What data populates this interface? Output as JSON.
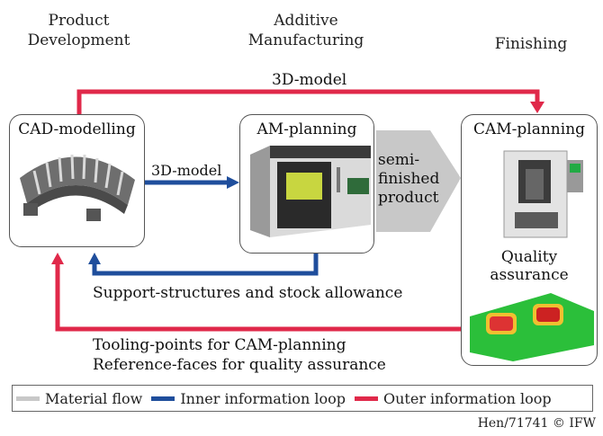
{
  "phases": {
    "product_development": "Product\nDevelopment",
    "additive_manufacturing": "Additive\nManufacturing",
    "finishing": "Finishing"
  },
  "boxes": {
    "cad": "CAD-modelling",
    "am": "AM-planning",
    "cam": "CAM-planning",
    "quality": "Quality\nassurance"
  },
  "labels": {
    "top_model": "3D-model",
    "inner_model": "3D-model",
    "semi": "semi-\nfinished\nproduct",
    "support": "Support-structures and stock allowance",
    "tooling": "Tooling-points for CAM-planning",
    "reference": "Reference-faces for quality assurance"
  },
  "legend": {
    "material": "Material flow",
    "inner": "Inner information loop",
    "outer": "Outer information loop"
  },
  "colors": {
    "material": "#c8c8c8",
    "inner": "#1f4e9c",
    "outer": "#e0294a"
  },
  "credit": "Hen/71741 © IFW"
}
